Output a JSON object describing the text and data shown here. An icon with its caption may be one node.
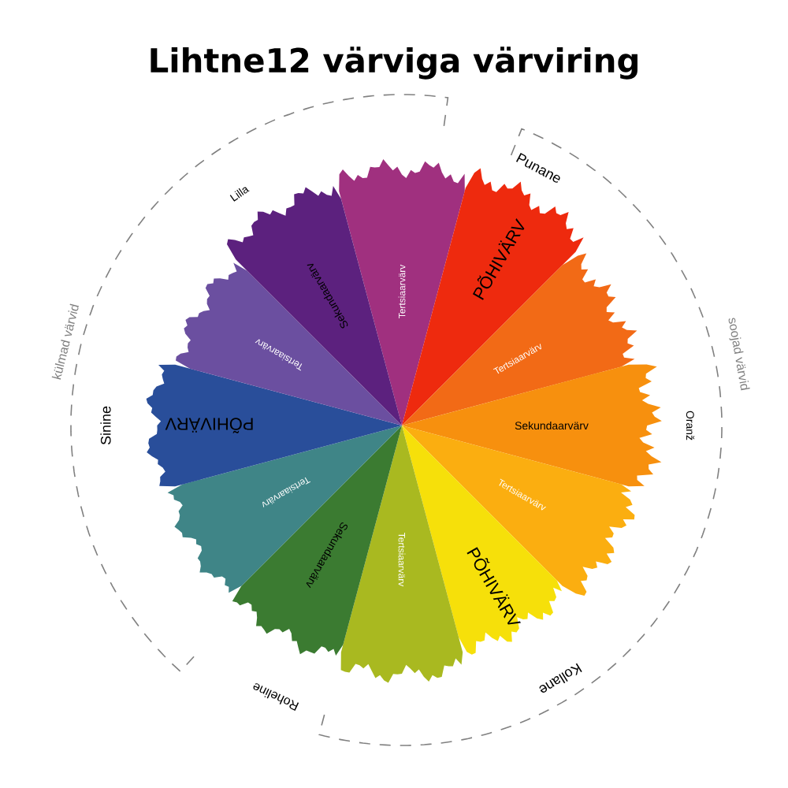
{
  "diagram": {
    "title": "Lihtne12 värviga värviring",
    "nodes": [
      {
        "text": [
          "Tertsiaarvärv"
        ]
      },
      {
        "text": [
          "PÕHIVÄRV"
        ]
      },
      {
        "text": [
          "Tertsiaarvärv"
        ]
      },
      {
        "text": [
          "Sekundaarvärv"
        ]
      },
      {
        "text": [
          "Tertsiaarvärv"
        ]
      },
      {
        "text": [
          "PÕHIVÄRV"
        ]
      },
      {
        "text": [
          "Tertsiaarvärv"
        ]
      },
      {
        "text": [
          "Sekundaarvärv"
        ]
      },
      {
        "text": [
          "Tertsiaarvärv"
        ]
      },
      {
        "text": [
          "PÕHIVÄRV"
        ]
      },
      {
        "text": [
          "Tertsiaarvärv"
        ]
      },
      {
        "text": [
          "Sekundaarvärv"
        ]
      }
    ],
    "labels": [
      "Punane",
      "soojad värvid",
      "Oranž",
      "Kollane",
      "Roheline",
      "Sinine",
      "külmad värvid",
      "Lilla"
    ]
  }
}
